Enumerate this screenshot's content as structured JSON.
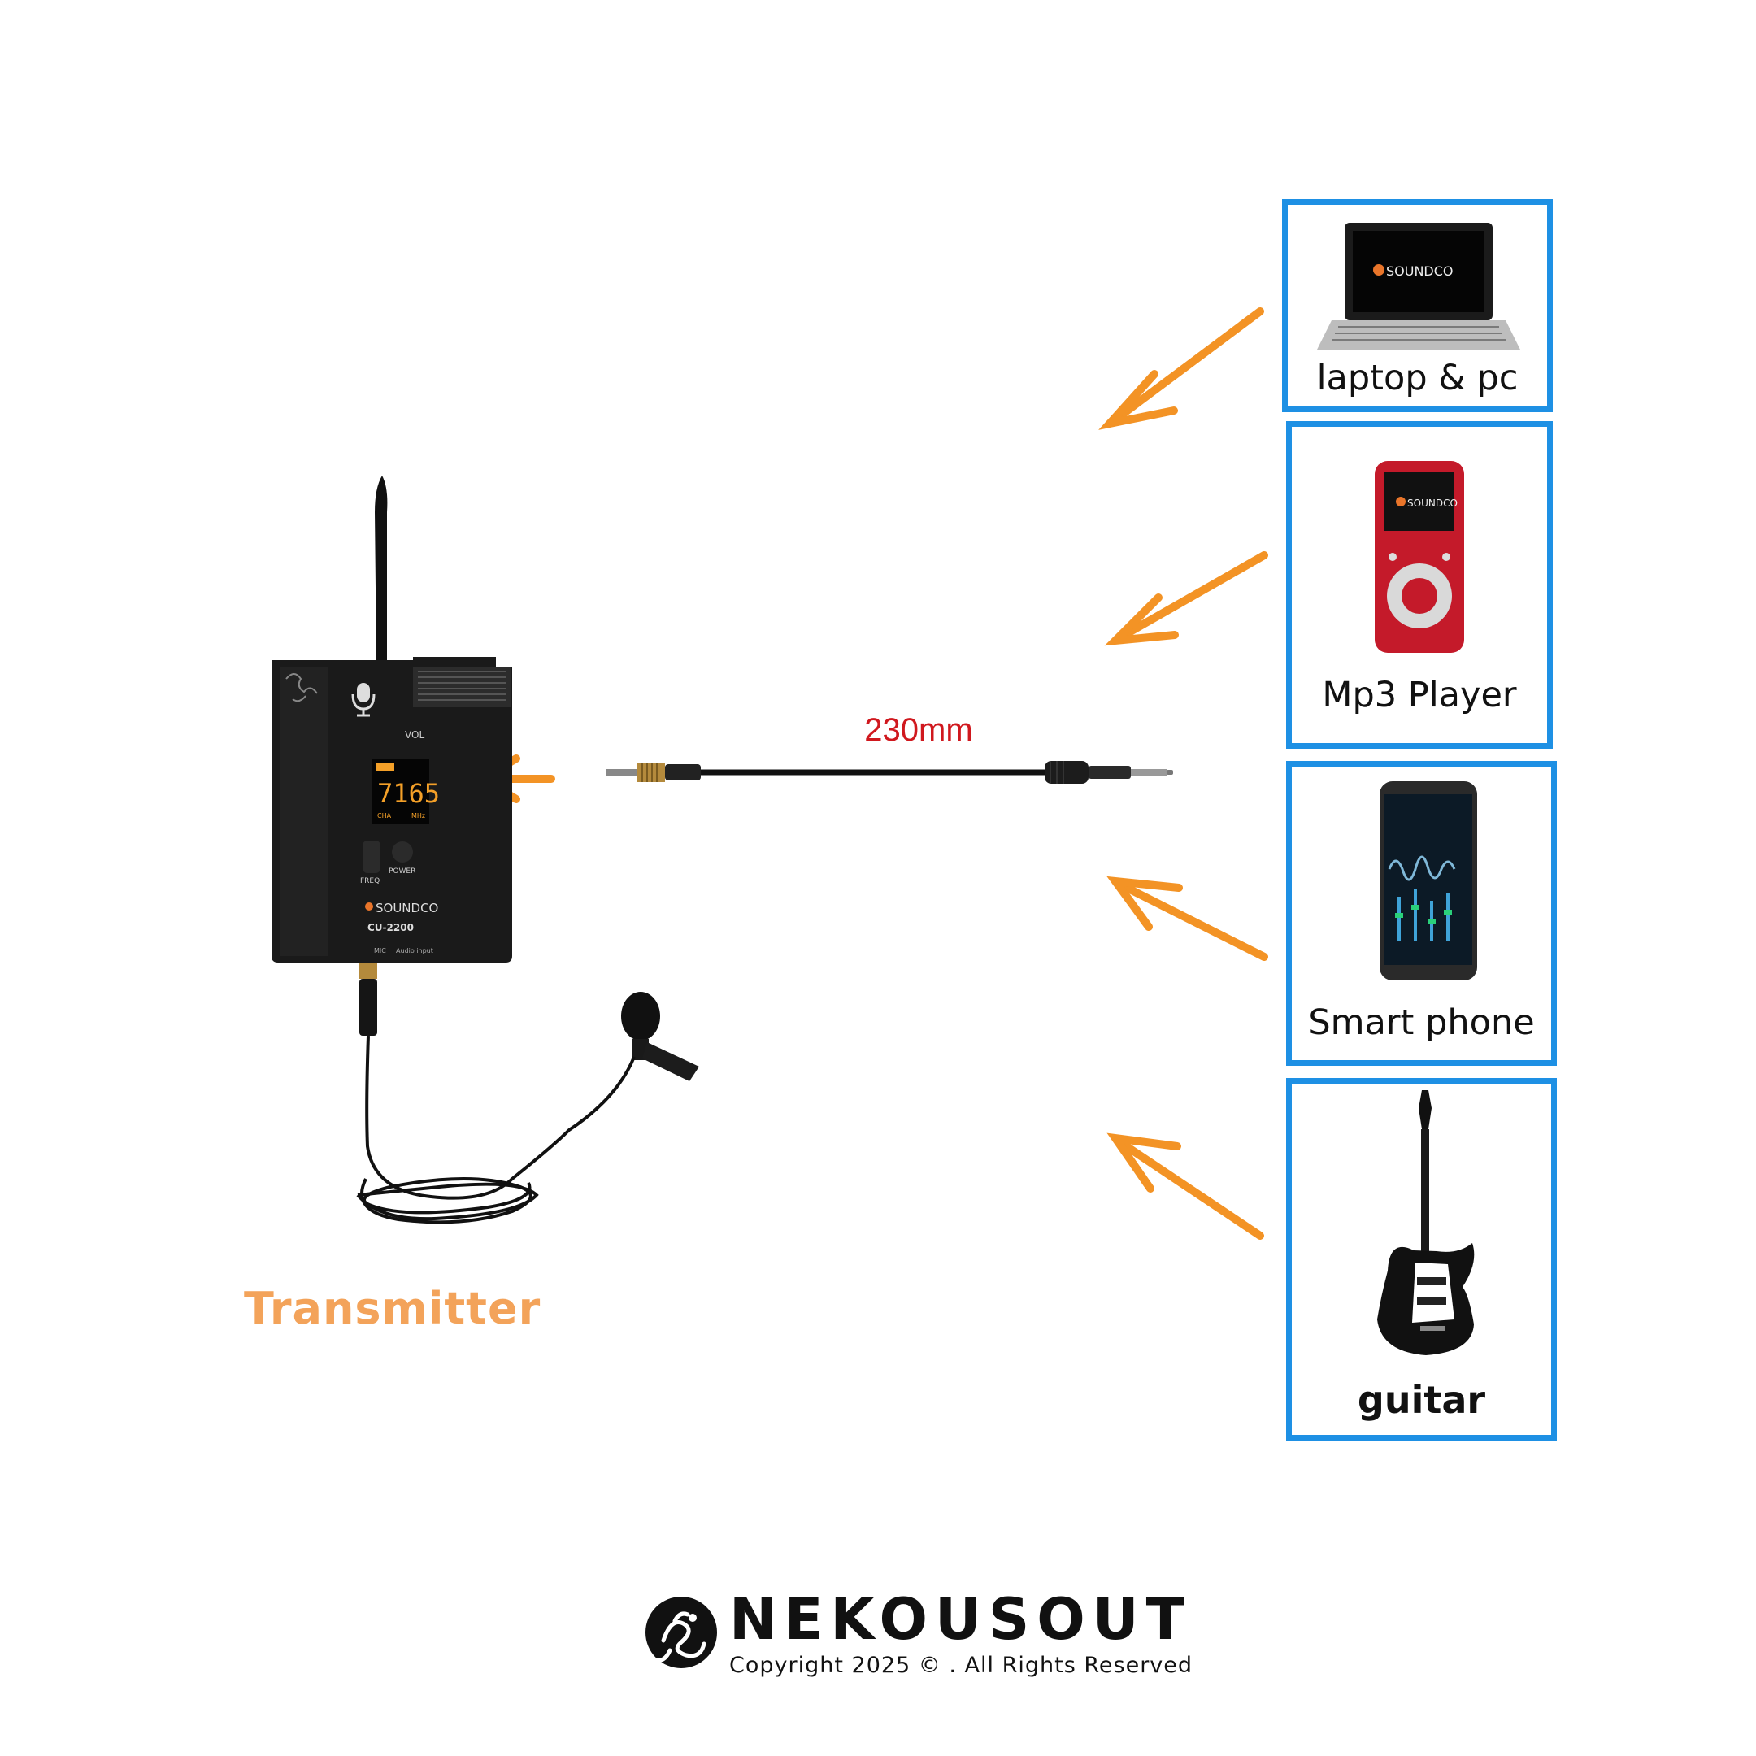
{
  "diagram": {
    "transmitter_label": "Transmitter",
    "cable_length_label": "230mm",
    "sources": [
      {
        "label": "laptop & pc",
        "icon": "laptop-icon"
      },
      {
        "label": "Mp3 Player",
        "icon": "mp3-player-icon"
      },
      {
        "label": "Smart phone",
        "icon": "smartphone-icon"
      },
      {
        "label": "guitar",
        "icon": "guitar-icon"
      }
    ],
    "arrow_color": "#f39325",
    "card_border_color": "#1e90e4"
  },
  "device": {
    "brand": "SOUNDCO",
    "model": "CU-2200",
    "display_value": "7165",
    "display_left_tag": "CHA",
    "display_right_tag": "MHz",
    "vol_label": "VOL",
    "freq_label": "FREQ",
    "power_label": "POWER",
    "mic_port_label": "MIC",
    "audio_port_label": "Audio input"
  },
  "footer": {
    "brand_name": "NEKOUSOUT",
    "copyright": "Copyright 2025 © . All Rights Reserved"
  }
}
